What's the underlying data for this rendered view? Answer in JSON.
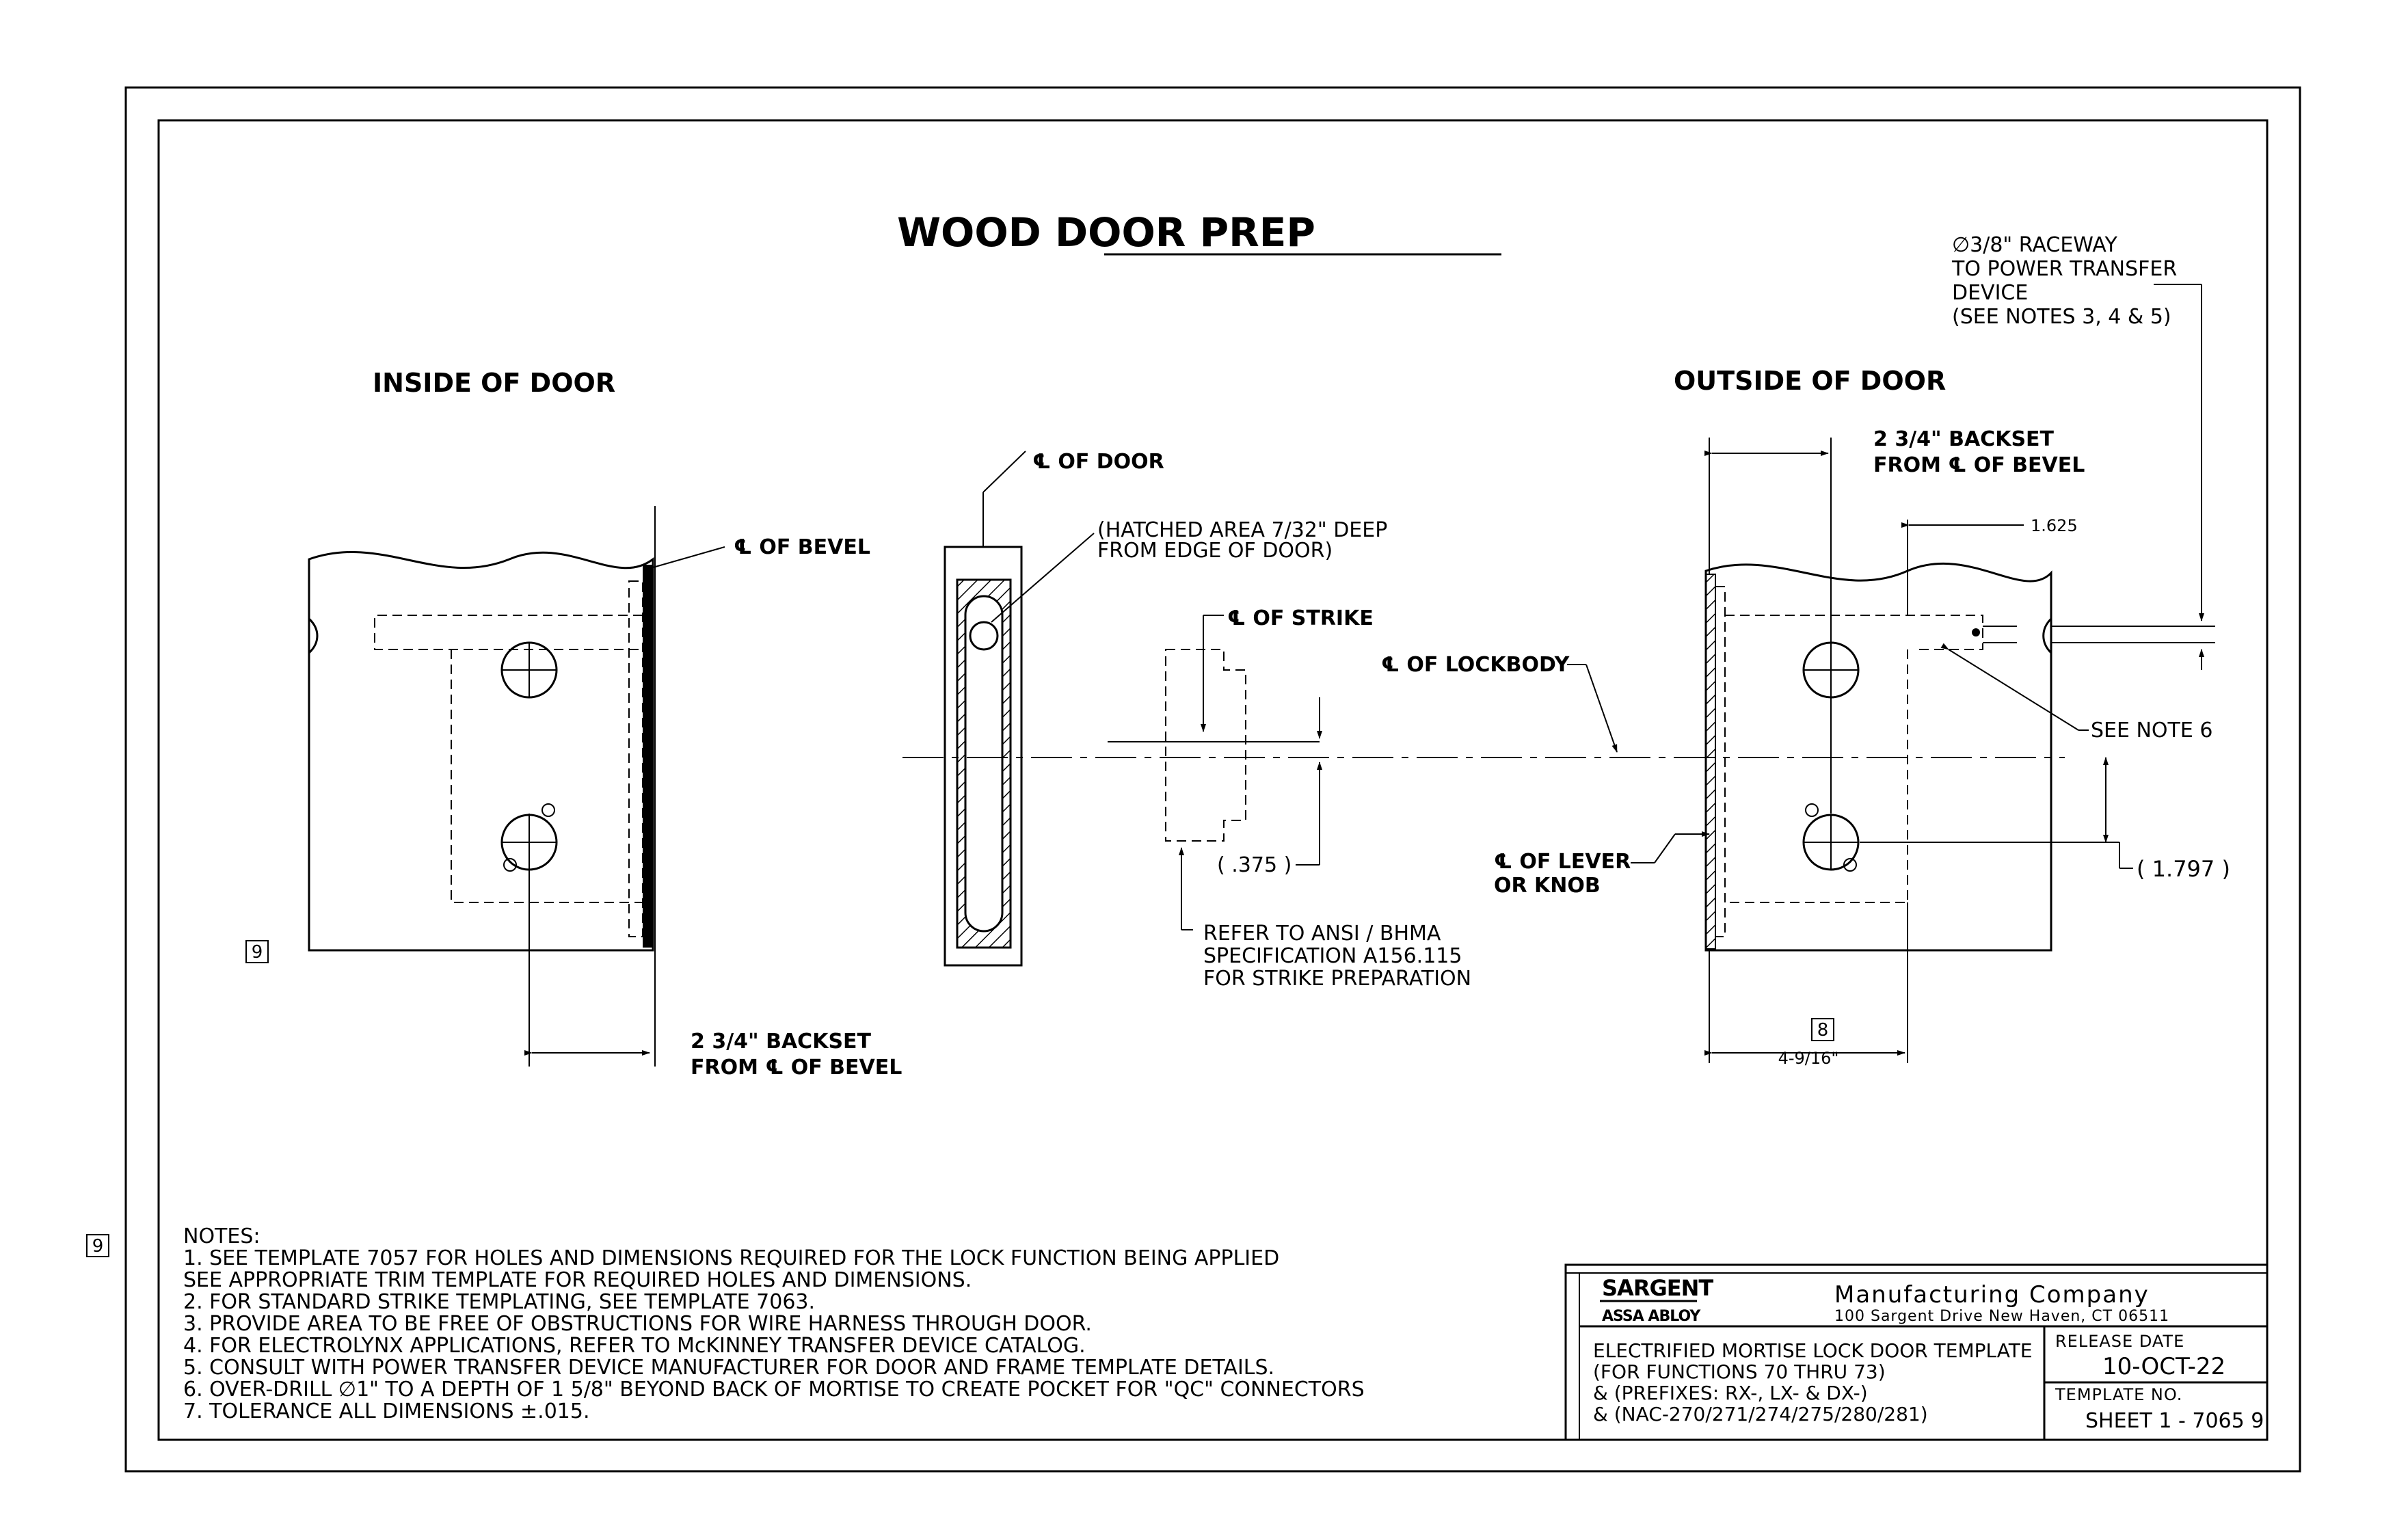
{
  "title": "WOOD DOOR PREP",
  "views": {
    "inside": "INSIDE OF DOOR",
    "outside": "OUTSIDE OF DOOR"
  },
  "labels": {
    "cl_of_bevel": "℄ OF BEVEL",
    "cl_of_door": "℄ OF DOOR",
    "hatched_1": "(HATCHED AREA 7/32\" DEEP",
    "hatched_2": "FROM EDGE OF DOOR)",
    "cl_of_strike": "℄ OF STRIKE",
    "cl_of_lockbody": "℄ OF LOCKBODY",
    "strike_dim": "( .375 )",
    "refer_1": "REFER TO ANSI / BHMA",
    "refer_2": "SPECIFICATION A156.115",
    "refer_3": "FOR STRIKE PREPARATION",
    "cl_lever_1": "℄ OF LEVER",
    "cl_lever_2": "OR KNOB",
    "backset_in_1": "2 3/4\" BACKSET",
    "backset_in_2": "FROM ℄ OF BEVEL",
    "backset_out_1": "2 3/4\" BACKSET",
    "backset_out_2": "FROM ℄ OF BEVEL",
    "dim_1625": "1.625",
    "see_note_6": "SEE NOTE 6",
    "dim_1797": "( 1.797 )",
    "dim_4916": "4-9/16\"",
    "box_8": "8",
    "box_9_inside": "9",
    "box_9_margin": "9",
    "raceway_1": "∅3/8\" RACEWAY",
    "raceway_2": "TO POWER TRANSFER",
    "raceway_3": "DEVICE",
    "raceway_4": "(SEE NOTES 3, 4 & 5)"
  },
  "notes": {
    "heading": "NOTES:",
    "lines": [
      "1.  SEE TEMPLATE 7057 FOR HOLES AND DIMENSIONS REQUIRED FOR THE LOCK FUNCTION BEING APPLIED",
      "     SEE APPROPRIATE TRIM TEMPLATE FOR REQUIRED HOLES AND DIMENSIONS.",
      "2. FOR STANDARD STRIKE TEMPLATING, SEE TEMPLATE 7063.",
      "3. PROVIDE AREA TO BE FREE OF OBSTRUCTIONS FOR WIRE HARNESS THROUGH DOOR.",
      "4. FOR ELECTROLYNX APPLICATIONS, REFER TO McKINNEY TRANSFER DEVICE CATALOG.",
      "5. CONSULT WITH POWER TRANSFER DEVICE MANUFACTURER FOR DOOR AND FRAME TEMPLATE DETAILS.",
      "6. OVER-DRILL ∅1\" TO A DEPTH OF 1 5/8\" BEYOND BACK OF MORTISE TO CREATE POCKET FOR \"QC\" CONNECTORS",
      "7.  TOLERANCE ALL DIMENSIONS ±.015."
    ]
  },
  "title_block": {
    "brand": "SARGENT",
    "sub_brand": "ASSA ABLOY",
    "company": "Manufacturing Company",
    "address": "100 Sargent Drive New Haven, CT 06511",
    "description": [
      "ELECTRIFIED MORTISE LOCK DOOR TEMPLATE",
      "(FOR FUNCTIONS 70 THRU 73)",
      "& (PREFIXES: RX-, LX- & DX-)",
      "& (NAC-270/271/274/275/280/281)"
    ],
    "release_label": "RELEASE  DATE",
    "release_date": "10-OCT-22",
    "template_label": "TEMPLATE  NO.",
    "template_no": "SHEET 1 - 7065 9"
  }
}
